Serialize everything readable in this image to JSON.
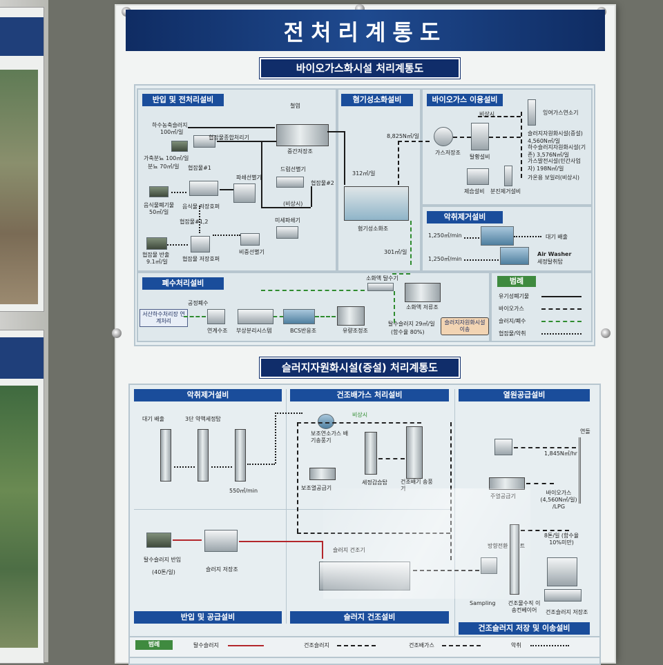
{
  "poster": {
    "title": "전처리계통도",
    "top_section_title": "바이오가스화시설 처리계통도",
    "bottom_section_title": "슬러지자원화시설(증설) 처리계통도"
  },
  "top": {
    "panels": {
      "intake": "반입 및 전처리설비",
      "anaerobic": "혐기성소화설비",
      "biogas_use": "바이오가스 이용설비",
      "odor": "악취제거설비",
      "wastewater": "폐수처리설비",
      "legend": "범례"
    },
    "labels": {
      "sludge_in": "하수농축슬러지",
      "sludge_in_flow": "100㎥/일",
      "livestock": "가축분뇨 100㎥/일",
      "feces": "분뇨 70㎥/일",
      "mixer": "협잡물종합처리기",
      "debris1": "협잡물#1",
      "iron": "철염",
      "mid_tank": "중간저장조",
      "food_waste": "음식물폐기물",
      "food_waste_flow": "50㎥/일",
      "food_hopper": "음식물 저장호퍼",
      "crusher": "파쇄선별기",
      "drum": "드럼선별기",
      "debris2": "협잡물#2",
      "emergency": "(비상시)",
      "fine_crusher": "미세파쇄기",
      "debris12": "협잡물#1,2",
      "debris_out": "협잡물 반출",
      "debris_out_flow": "9.1㎥/일",
      "debris_hopper": "협잡물 저장호퍼",
      "gravity_sep": "비중선별기",
      "flow_312": "312㎥/일",
      "digester": "혐기성소화조",
      "gas_flow": "8,825N㎥/일",
      "flow_301": "301㎥/일",
      "gas_holder": "가스저장조",
      "desulf": "탈황설비",
      "emergency2": "비상시",
      "dehumid": "제습설비",
      "powder": "분진제거설비",
      "flare": "잉여가스연소기",
      "use1": "슬러지자원화시설(증설) 4,560N㎥/일",
      "use2": "하수슬러지자원화시설(기존) 3,576N㎥/일",
      "use3": "가스발전시설(민간사업자) 198N㎥/일",
      "use4": "가온용 보일러(비상시)",
      "odor_flow1": "1,250㎥/min",
      "odor_flow2": "1,250㎥/min",
      "air_out": "대기 배출",
      "air_washer": "Air Washer",
      "air_washer2": "세정탈취탑",
      "process_water": "공정폐수",
      "sewer": "서산하수처리장 연계처리",
      "link_tank": "연계수조",
      "float_sep": "부상분리시스템",
      "bcs": "BCS반응조",
      "flow_tank": "유량조정조",
      "dewater": "소화액 탈수기",
      "digest_store": "소화액 저류조",
      "dewatered": "탈수슬러지 29㎥/일",
      "moisture": "(함수율 80%)",
      "transfer": "슬러지자원화시설 이송"
    },
    "legend_items": [
      "유기성폐기물",
      "바이오가스",
      "슬러지/폐수",
      "협잡물/악취"
    ]
  },
  "bottom": {
    "panels": {
      "odor": "악취제거설비",
      "dry_gas": "건조배가스 처리설비",
      "heat": "열원공급설비",
      "intake": "반입 및 공급설비",
      "dryer": "슬러지 건조설비",
      "storage": "건조슬러지 저장 및 이송설비"
    },
    "labels": {
      "air_out": "대기 배출",
      "scrubber3": "3단 약액세정탑",
      "flow_550": "550㎥/min",
      "emergency": "비상시",
      "aux_fan": "보조연소가스 배기송풍기",
      "scrubber": "세정갑습탑",
      "cond": "건조배기 송풍기",
      "aux_heat": "보조열공급기",
      "chimney": "연돌",
      "flow_1845": "1,845N㎥/hr",
      "burner": "주열공급기",
      "biogas": "바이오가스 (4,560N㎥/일) /LPG",
      "sludge_in": "탈수슬러지 반입",
      "sludge_in_amt": "(40톤/일)",
      "sludge_store": "슬러지 저장조",
      "dryer": "슬러지 건조기",
      "diverter": "방향전환 유니트",
      "product": "8톤/일 (함수율 10%미만)",
      "sampling": "Sampling",
      "conveyor": "건조물수직 이송컨베이어",
      "dry_store": "건조슬러지 저장조"
    },
    "legend": {
      "title": "범례",
      "items": [
        "탈수슬러지",
        "건조슬러지",
        "건조배가스",
        "악취"
      ]
    }
  }
}
